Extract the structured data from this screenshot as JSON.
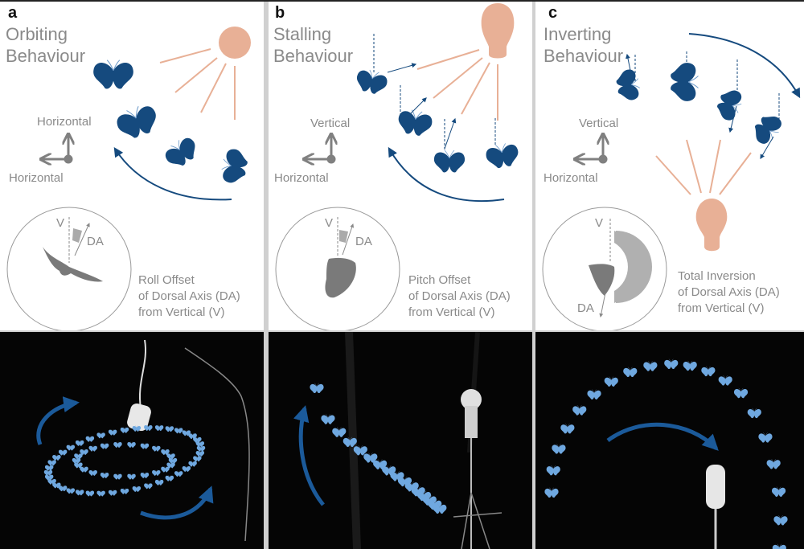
{
  "panels": [
    {
      "letter": "a",
      "title_line1": "Orbiting",
      "title_line2": "Behaviour",
      "axis_up": "Horizontal",
      "axis_left": "Horizontal",
      "inset_v": "V",
      "inset_da": "DA",
      "caption": [
        "Roll Offset",
        "of Dorsal Axis (DA)",
        "from Vertical (V)"
      ]
    },
    {
      "letter": "b",
      "title_line1": "Stalling",
      "title_line2": "Behaviour",
      "axis_up": "Vertical",
      "axis_left": "Horizontal",
      "inset_v": "V",
      "inset_da": "DA",
      "caption": [
        "Pitch Offset",
        "of Dorsal Axis (DA)",
        "from Vertical (V)"
      ]
    },
    {
      "letter": "c",
      "title_line1": "Inverting",
      "title_line2": "Behaviour",
      "axis_up": "Vertical",
      "axis_left": "Horizontal",
      "inset_v": "V",
      "inset_da": "DA",
      "caption": [
        "Total Inversion",
        "of Dorsal Axis (DA)",
        "from Vertical (V)"
      ]
    }
  ],
  "colors": {
    "moth": "#154a7e",
    "light": "#e8b096",
    "text": "#8a8a8a",
    "inset_moth": "#7a7a7a",
    "photo_moth": "#6fa8e0"
  },
  "icons": [
    "sun-icon",
    "light-bulb-icon",
    "moth-icon",
    "axis-arrows-icon",
    "curved-arrow-icon"
  ]
}
